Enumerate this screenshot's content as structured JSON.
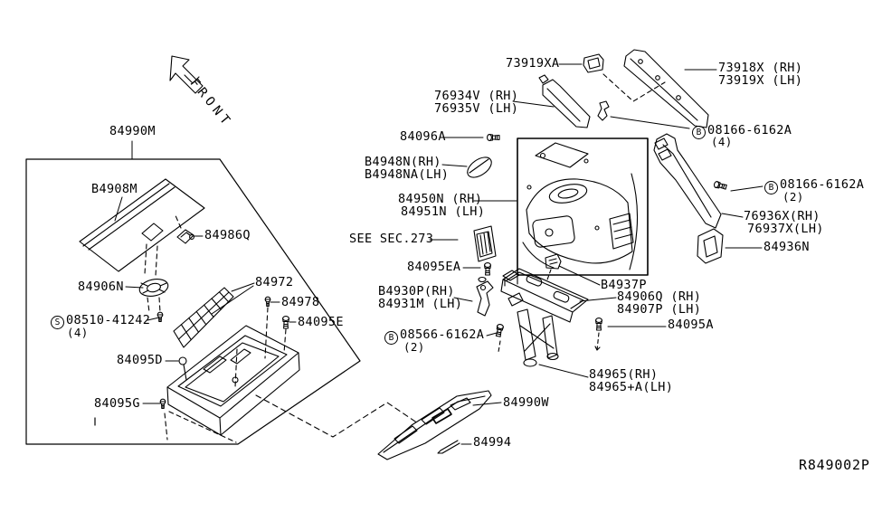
{
  "diagram": {
    "type": "parts-diagram",
    "drawing_number": "R849002P",
    "front_arrow": "FRONT",
    "see_note": "SEE SEC.273",
    "line_color": "#000000",
    "bg_color": "#ffffff"
  },
  "labels": {
    "p84990M": {
      "text": "84990M"
    },
    "pB4908M": {
      "text": "B4908M"
    },
    "p84986Q": {
      "text": "84986Q"
    },
    "p84906N": {
      "text": "84906N"
    },
    "p84095D": {
      "text": "84095D"
    },
    "p84095G": {
      "text": "84095G"
    },
    "p84972": {
      "text": "84972"
    },
    "p84978": {
      "text": "84978"
    },
    "p84095E": {
      "text": "84095E"
    },
    "p73919XA": {
      "text": "73919XA"
    },
    "p73918X": {
      "line1": "73918X (RH)",
      "line2": "73919X (LH)"
    },
    "p76934V": {
      "line1": "76934V (RH)",
      "line2": "76935V (LH)"
    },
    "p84096A": {
      "text": "84096A"
    },
    "pB4948N": {
      "line1": "B4948N(RH)",
      "line2": "B4948NA(LH)"
    },
    "p84950N": {
      "line1": "84950N (RH)",
      "line2": "84951N (LH)"
    },
    "p76936X": {
      "line1": "76936X(RH)",
      "line2": "76937X(LH)"
    },
    "p84936N": {
      "text": "84936N"
    },
    "p84095EA": {
      "text": "84095EA"
    },
    "pB4930P": {
      "line1": "B4930P(RH)",
      "line2": "84931M (LH)"
    },
    "pB4937P": {
      "text": "B4937P"
    },
    "p84906Q": {
      "line1": "84906Q (RH)",
      "line2": "84907P (LH)"
    },
    "p84095A": {
      "text": "84095A"
    },
    "p84965": {
      "line1": "84965(RH)",
      "line2": "84965+A(LH)"
    },
    "p84990W": {
      "text": "84990W"
    },
    "p84994": {
      "text": "84994"
    }
  },
  "fasteners": {
    "s08510": {
      "prefix": "S",
      "code": "08510-41242",
      "qty": "(4)"
    },
    "b08166_4": {
      "prefix": "B",
      "code": "08166-6162A",
      "qty": "(4)"
    },
    "b08166_2": {
      "prefix": "B",
      "code": "08166-6162A",
      "qty": "(2)"
    },
    "b08566": {
      "prefix": "B",
      "code": "08566-6162A",
      "qty": "(2)"
    }
  }
}
